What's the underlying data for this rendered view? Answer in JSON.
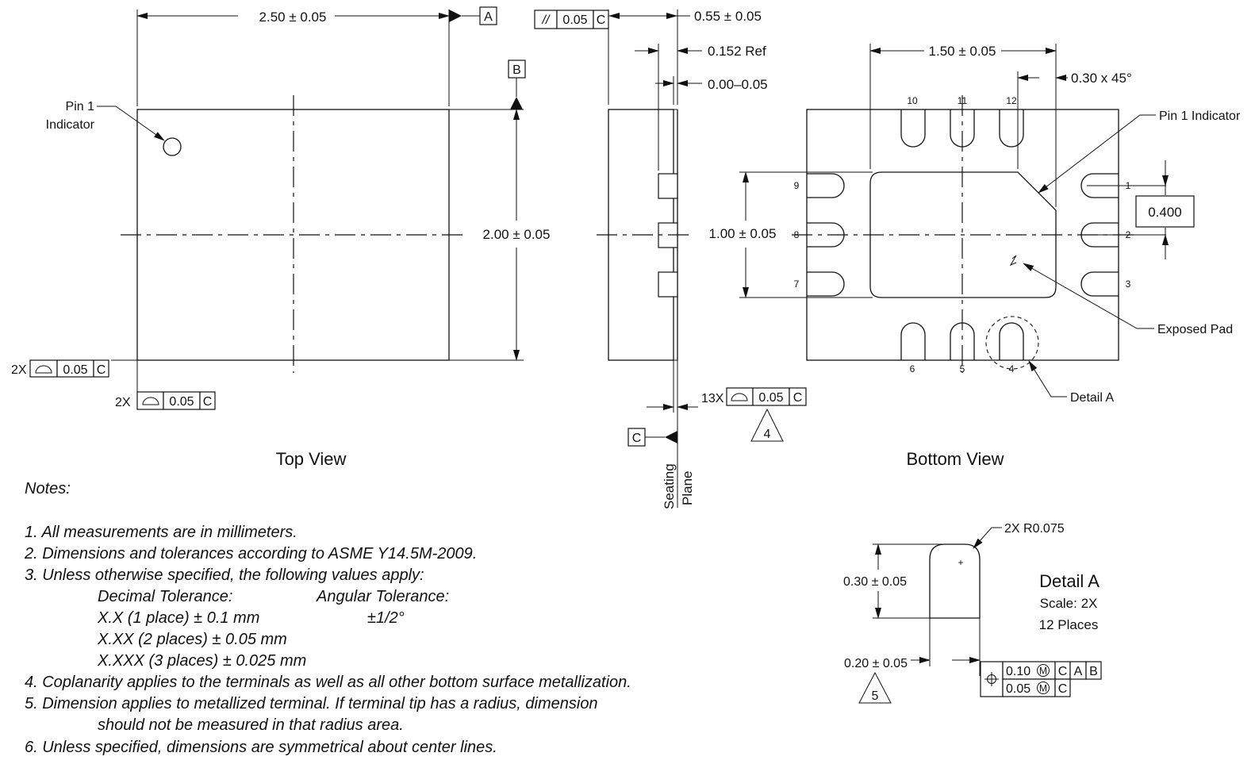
{
  "top_view": {
    "width_dim": "2.50 ± 0.05",
    "datum_a": "A",
    "datum_b": "B",
    "height_dim": "2.00 ± 0.05",
    "pin1_label_line1": "Pin 1",
    "pin1_label_line2": "Indicator",
    "fcf1_count": "2X",
    "fcf1_value": "0.05",
    "fcf1_datum": "C",
    "fcf2_count": "2X",
    "fcf2_value": "0.05",
    "fcf2_datum": "C",
    "caption": "Top View"
  },
  "side_view": {
    "parallel_symbol": "//",
    "parallel_value": "0.05",
    "parallel_datum": "C",
    "thickness_dim": "0.55 ± 0.05",
    "ref_dim": "0.152 Ref",
    "standoff_dim": "0.00–0.05",
    "coplanarity_count": "13X",
    "coplanarity_value": "0.05",
    "coplanarity_datum": "C",
    "note_flag": "4",
    "datum_c": "C",
    "seating_line1": "Seating",
    "seating_line2": "Plane"
  },
  "bottom_view": {
    "width_dim": "1.50 ± 0.05",
    "chamfer_dim": "0.30 x 45°",
    "pin1_label": "Pin 1 Indicator",
    "pitch_dim": "0.400",
    "pad_height_dim": "1.00 ± 0.05",
    "exposed_pad_label": "Exposed Pad",
    "detail_a_label": "Detail A",
    "pins": [
      "1",
      "2",
      "3",
      "4",
      "5",
      "6",
      "7",
      "8",
      "9",
      "10",
      "11",
      "12"
    ],
    "caption": "Bottom View"
  },
  "detail_a": {
    "radius_dim": "2X R0.075",
    "length_dim": "0.30 ± 0.05",
    "width_dim": "0.20 ± 0.05",
    "note_flag": "5",
    "title": "Detail A",
    "scale": "Scale: 2X",
    "places": "12 Places",
    "position_row1_value": "0.10",
    "position_row1_datums": [
      "C",
      "A",
      "B"
    ],
    "position_row2_value": "0.05",
    "position_row2_datums": [
      "C"
    ],
    "mmc_symbol": "M"
  },
  "notes": {
    "heading": "Notes:",
    "n1": "1.  All measurements are in millimeters.",
    "n2": "2.  Dimensions and tolerances according to ASME Y14.5M-2009.",
    "n3": "3.  Unless otherwise specified, the following values apply:",
    "tol_decimal_head": "Decimal Tolerance:",
    "tol_angular_head": "Angular Tolerance:",
    "tol_x1": "X.X (1 place) ± 0.1 mm",
    "tol_angle": "±1/2°",
    "tol_x2": "X.XX (2 places) ± 0.05 mm",
    "tol_x3": "X.XXX (3 places) ± 0.025 mm",
    "n4": "4.  Coplanarity applies to the terminals as well as all other bottom surface metallization.",
    "n5a": "5.  Dimension applies to metallized terminal. If terminal tip has a radius, dimension",
    "n5b": "should not be measured in that radius area.",
    "n6": "6.  Unless specified, dimensions are symmetrical about center lines."
  }
}
